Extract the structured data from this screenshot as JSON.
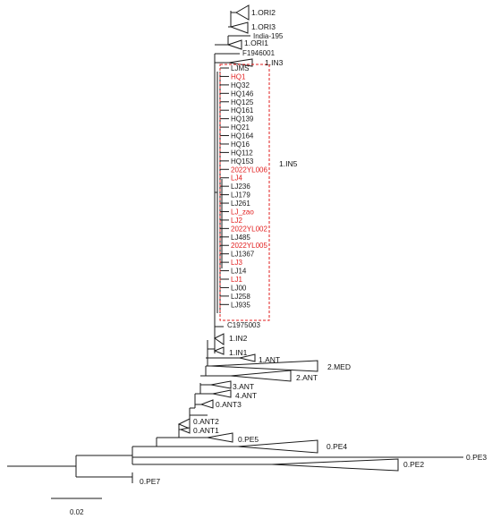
{
  "clades": {
    "ori2": "1.ORI2",
    "ori3": "1.ORI3",
    "ori1": "1.ORI1",
    "in3": "1.IN3",
    "in5": "1.IN5",
    "in2": "1.IN2",
    "in1": "1.IN1",
    "ant": "1.ANT",
    "med2": "2.MED",
    "ant2": "2.ANT",
    "ant3": "3.ANT",
    "ant4": "4.ANT",
    "ant0_3": "0.ANT3",
    "ant0_2": "0.ANT2",
    "ant0_1": "0.ANT1",
    "pe5": "0.PE5",
    "pe4": "0.PE4",
    "pe3": "0.PE3",
    "pe2": "0.PE2",
    "pe7": "0.PE7"
  },
  "taxa": {
    "india195": "India-195",
    "f1946001": "F1946001",
    "c1975003": "C1975003"
  },
  "in5_leaves": [
    {
      "label": "LJMS",
      "highlight": false
    },
    {
      "label": "HQ1",
      "highlight": true
    },
    {
      "label": "HQ32",
      "highlight": false
    },
    {
      "label": "HQ146",
      "highlight": false
    },
    {
      "label": "HQ125",
      "highlight": false
    },
    {
      "label": "HQ161",
      "highlight": false
    },
    {
      "label": "HQ139",
      "highlight": false
    },
    {
      "label": "HQ21",
      "highlight": false
    },
    {
      "label": "HQ164",
      "highlight": false
    },
    {
      "label": "HQ16",
      "highlight": false
    },
    {
      "label": "HQ112",
      "highlight": false
    },
    {
      "label": "HQ153",
      "highlight": false
    },
    {
      "label": "2022YL006",
      "highlight": true
    },
    {
      "label": "LJ4",
      "highlight": true
    },
    {
      "label": "LJ236",
      "highlight": false
    },
    {
      "label": "LJ179",
      "highlight": false
    },
    {
      "label": "LJ261",
      "highlight": false
    },
    {
      "label": "LJ_zao",
      "highlight": true
    },
    {
      "label": "LJ2",
      "highlight": true
    },
    {
      "label": "2022YL002",
      "highlight": true
    },
    {
      "label": "LJ485",
      "highlight": false
    },
    {
      "label": "2022YL005",
      "highlight": true
    },
    {
      "label": "LJ1367",
      "highlight": false
    },
    {
      "label": "LJ3",
      "highlight": true
    },
    {
      "label": "LJ14",
      "highlight": false
    },
    {
      "label": "LJ1",
      "highlight": true
    },
    {
      "label": "LJ00",
      "highlight": false
    },
    {
      "label": "LJ258",
      "highlight": false
    },
    {
      "label": "LJ935",
      "highlight": false
    }
  ],
  "colors": {
    "highlight": "#e21f1f",
    "line": "#1a1a1a"
  },
  "scale": {
    "label": "0.02"
  }
}
